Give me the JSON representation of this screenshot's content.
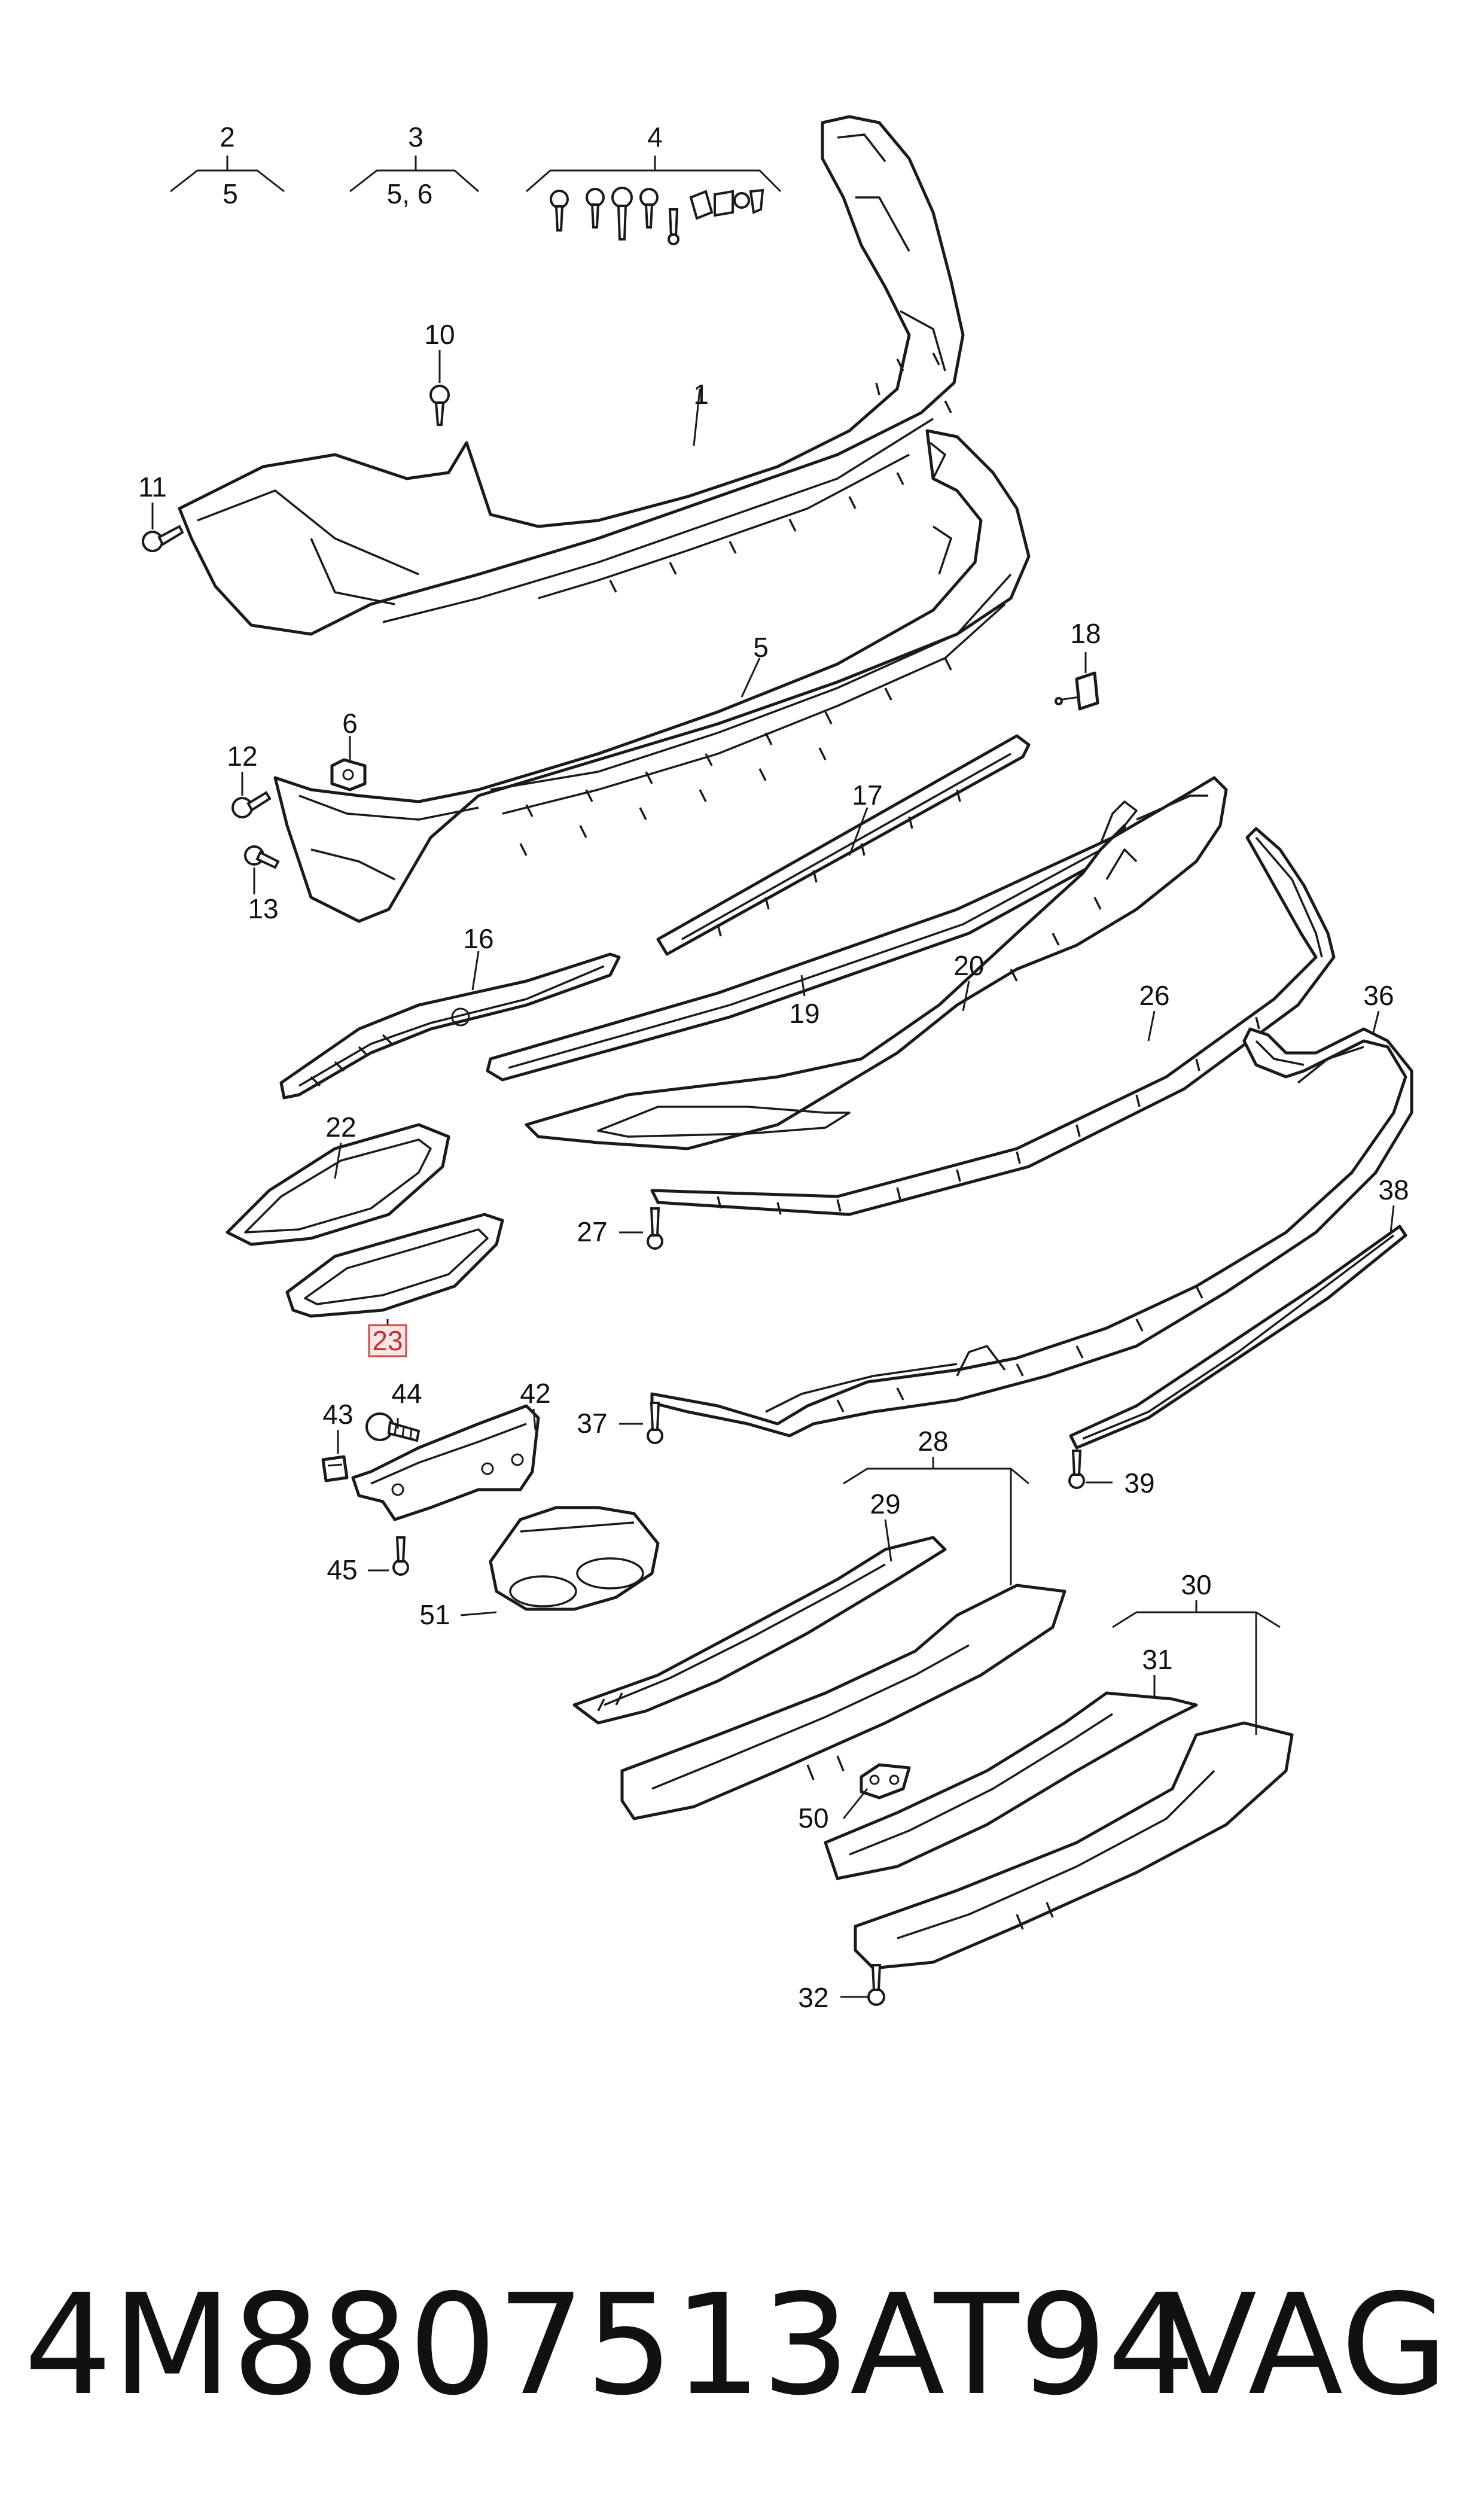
{
  "callouts": {
    "c1": "1",
    "c2": "2",
    "c2_sub": "5",
    "c3": "3",
    "c3_sub": "5, 6",
    "c4": "4",
    "c5": "5",
    "c6": "6",
    "c10": "10",
    "c11": "11",
    "c12": "12",
    "c13": "13",
    "c16": "16",
    "c17": "17",
    "c18": "18",
    "c19": "19",
    "c20": "20",
    "c22": "22",
    "c23": "23",
    "c26": "26",
    "c27": "27",
    "c28": "28",
    "c29": "29",
    "c30": "30",
    "c31": "31",
    "c32": "32",
    "c36": "36",
    "c37": "37",
    "c38": "38",
    "c39": "39",
    "c42": "42",
    "c43": "43",
    "c44": "44",
    "c45": "45",
    "c50": "50",
    "c51": "51"
  },
  "highlighted_callout": "23",
  "highlight_color": "#d04848",
  "caption": {
    "part_number": "4M8807513AT94",
    "brand": "VAG"
  }
}
